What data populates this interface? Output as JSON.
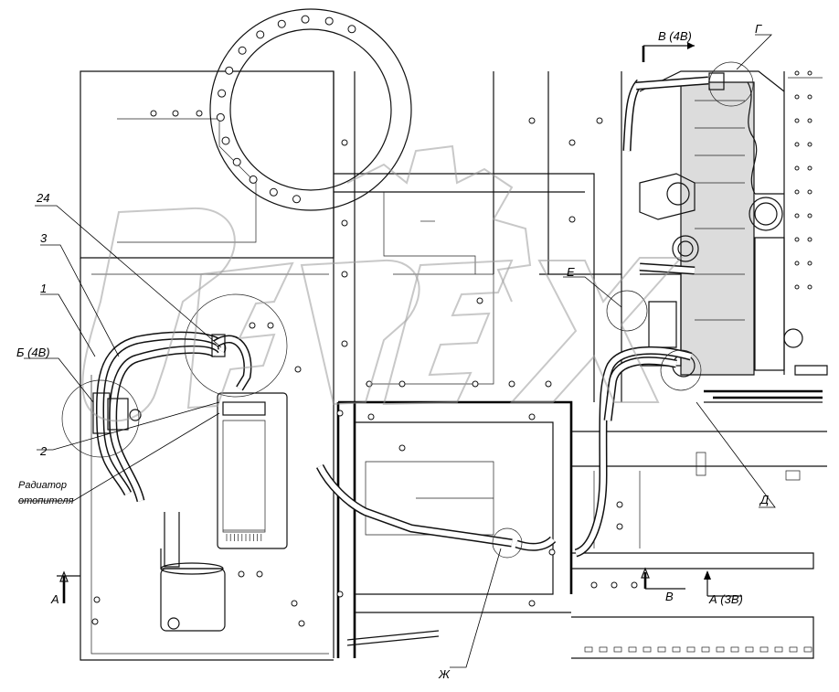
{
  "callouts": {
    "c24": "24",
    "c3": "3",
    "c1": "1",
    "b4v": "Б (4В)",
    "c2": "2",
    "radiator_line1": "Радиатор",
    "radiator_line2": "отопителя",
    "a_left": "А",
    "v4v": "В (4В)",
    "g": "Г",
    "e": "Е",
    "d": "Д",
    "v": "В",
    "a3v": "А (3В)",
    "zh": "Ж"
  }
}
